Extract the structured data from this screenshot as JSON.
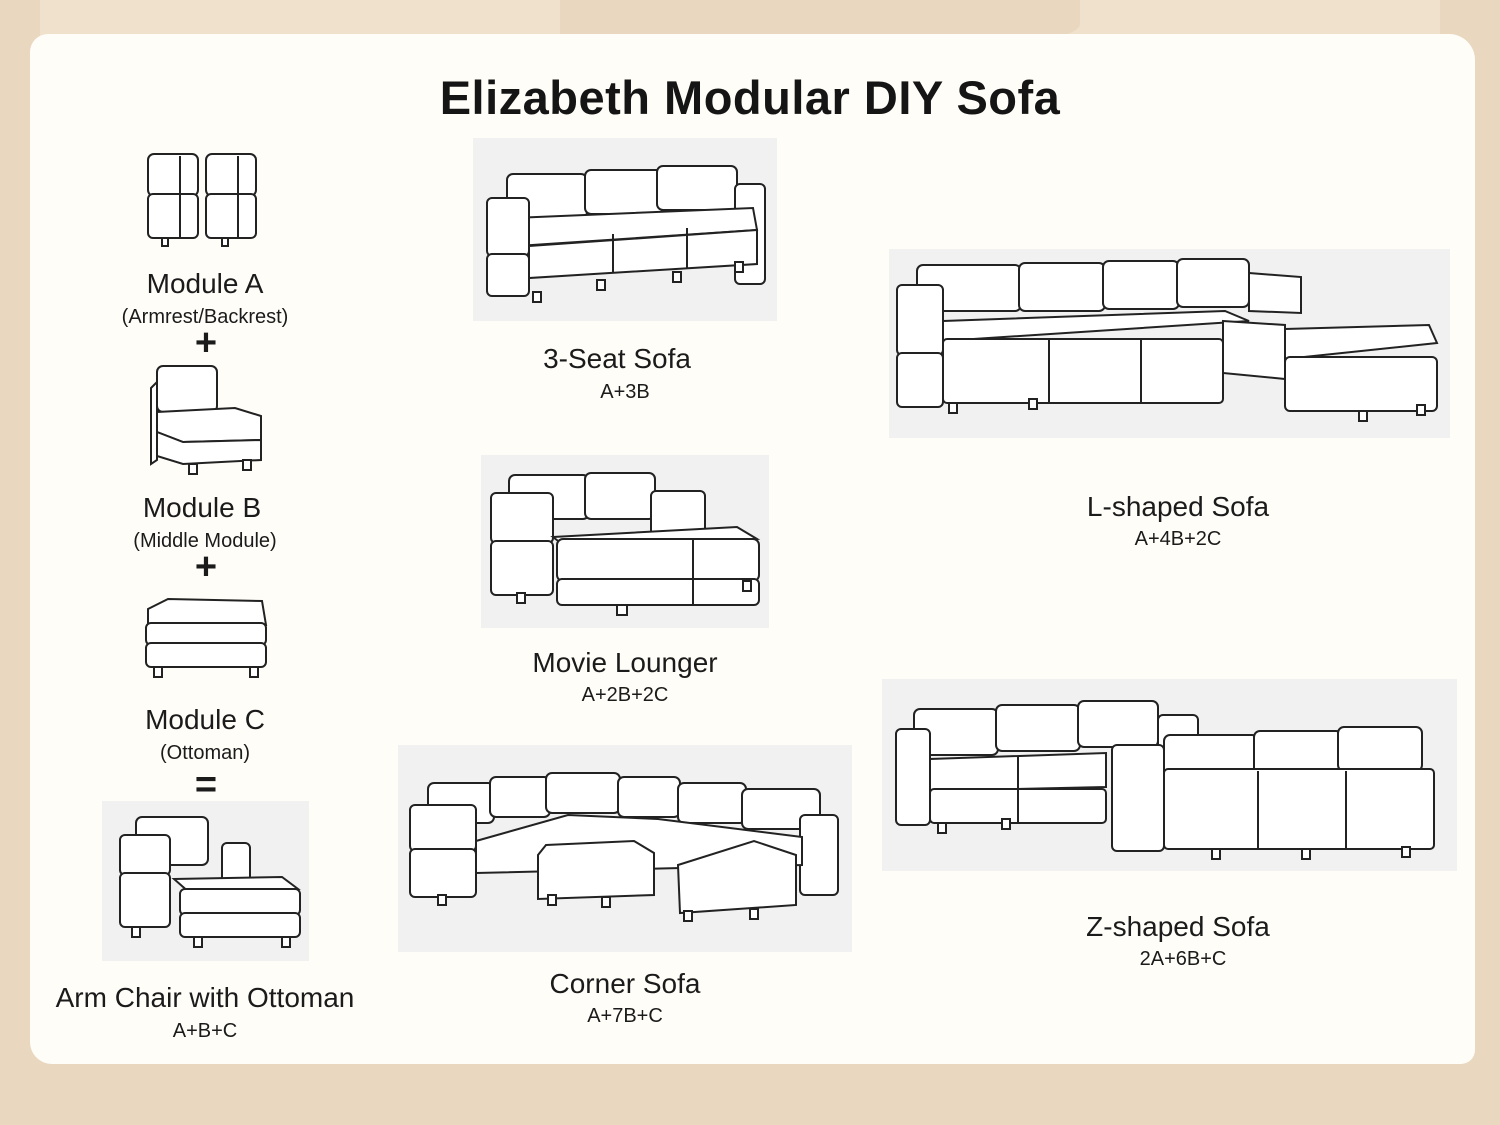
{
  "title": "Elizabeth Modular DIY Sofa",
  "modules": {
    "a": {
      "name": "Module A",
      "desc": "(Armrest/Backrest)"
    },
    "b": {
      "name": "Module B",
      "desc": "(Middle Module)"
    },
    "c": {
      "name": "Module C",
      "desc": "(Ottoman)"
    },
    "plus": "+",
    "equals": "="
  },
  "configs": {
    "arm_chair": {
      "name": "Arm Chair with Ottoman",
      "formula": "A+B+C"
    },
    "three_seat": {
      "name": "3-Seat Sofa",
      "formula": "A+3B"
    },
    "movie_lounger": {
      "name": "Movie Lounger",
      "formula": "A+2B+2C"
    },
    "corner": {
      "name": "Corner Sofa",
      "formula": "A+7B+C"
    },
    "l_shaped": {
      "name": "L-shaped Sofa",
      "formula": "A+4B+2C"
    },
    "z_shaped": {
      "name": "Z-shaped Sofa",
      "formula": "2A+6B+C"
    }
  }
}
